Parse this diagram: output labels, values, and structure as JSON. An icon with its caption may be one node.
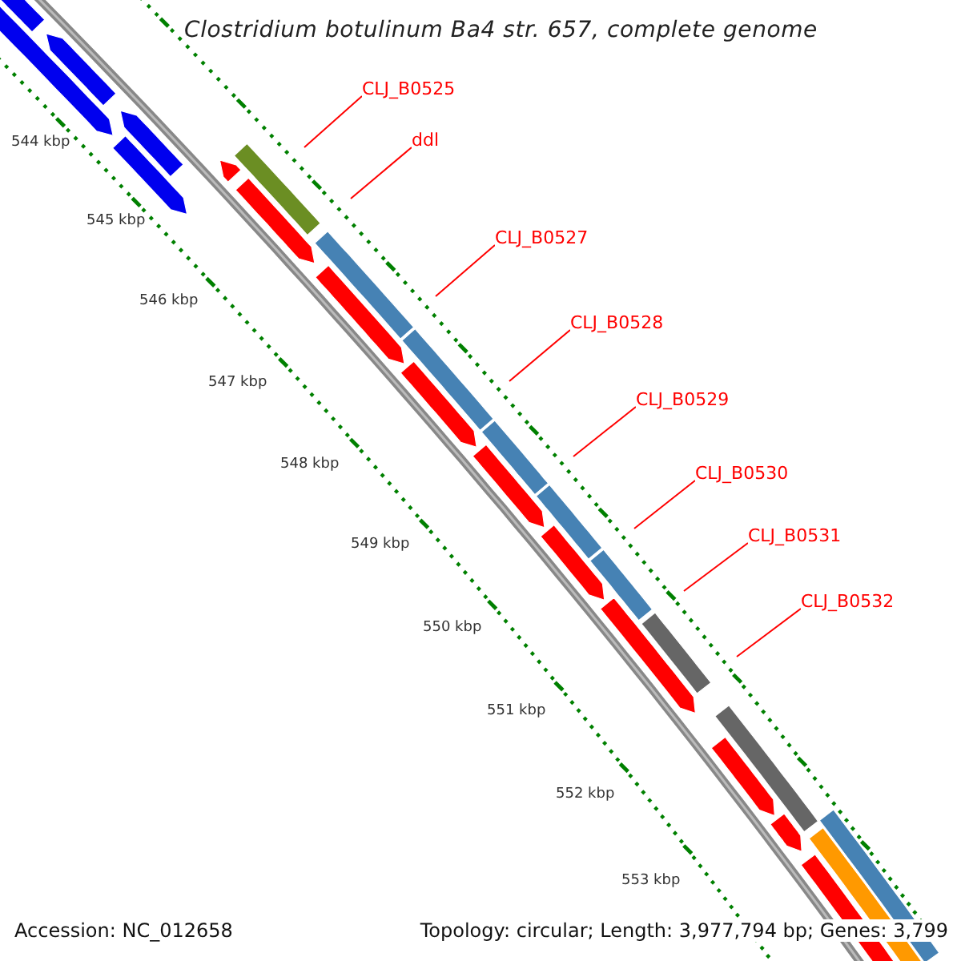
{
  "diagram": {
    "title": "Clostridium botulinum Ba4 str. 657, complete genome",
    "nodes": [
      {
        "text": [
          "CLJ_B0525"
        ]
      },
      {
        "text": [
          "ddl"
        ]
      },
      {
        "text": [
          "CLJ_B0527"
        ]
      },
      {
        "text": [
          "CLJ_B0528"
        ]
      },
      {
        "text": [
          "CLJ_B0529"
        ]
      },
      {
        "text": [
          "CLJ_B0530"
        ]
      },
      {
        "text": [
          "CLJ_B0531"
        ]
      },
      {
        "text": [
          "CLJ_B0532"
        ]
      }
    ],
    "edges": [
      {
        "from": 0,
        "to": null,
        "arrow": "none"
      },
      {
        "from": 1,
        "to": null,
        "arrow": "none"
      },
      {
        "from": 2,
        "to": null,
        "arrow": "none"
      },
      {
        "from": 3,
        "to": null,
        "arrow": "none"
      },
      {
        "from": 4,
        "to": null,
        "arrow": "none"
      },
      {
        "from": 5,
        "to": null,
        "arrow": "none"
      },
      {
        "from": 6,
        "to": null,
        "arrow": "none"
      },
      {
        "from": 7,
        "to": null,
        "arrow": "none"
      }
    ],
    "labels": [
      "544 kbp",
      "545 kbp",
      "546 kbp",
      "547 kbp",
      "548 kbp",
      "549 kbp",
      "550 kbp",
      "551 kbp",
      "552 kbp",
      "553 kbp",
      "Accession: NC_012658",
      "Topology: circular; Length: 3,977,794 bp; Genes: 3,799"
    ]
  }
}
